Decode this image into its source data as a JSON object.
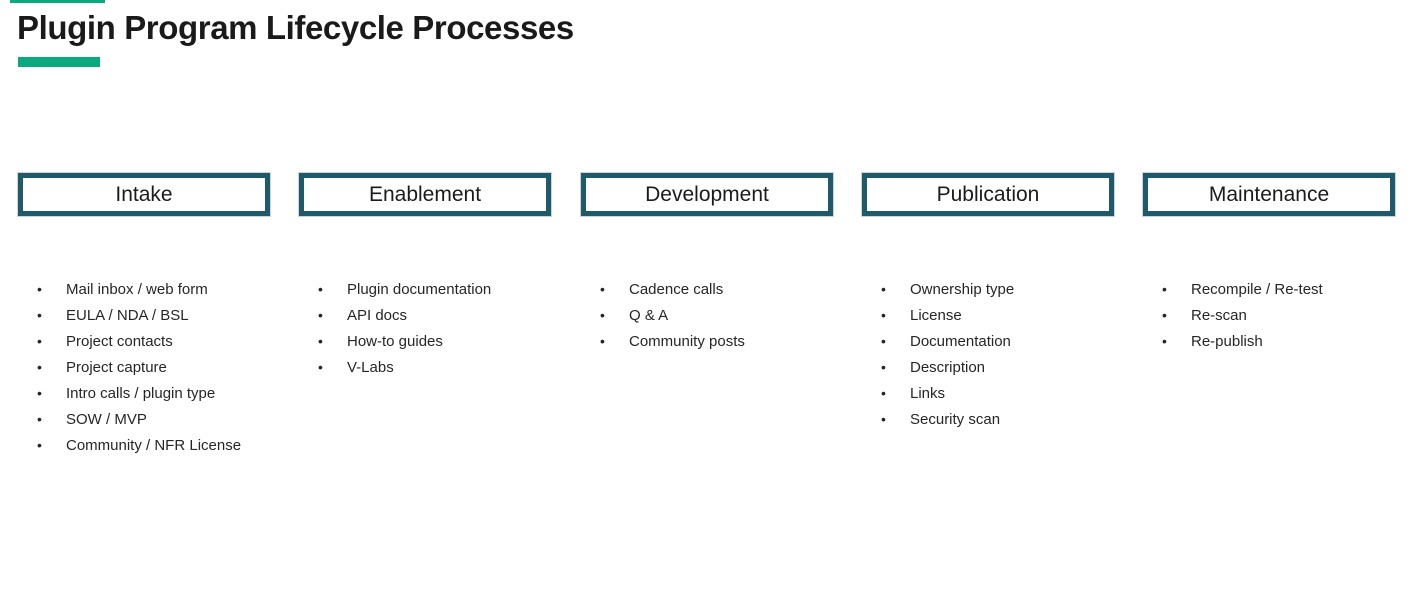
{
  "slide": {
    "title": "Plugin Program Lifecycle Processes"
  },
  "colors": {
    "accent_green": "#0ca87e",
    "border_teal": "#1e5a6a",
    "title_text": "#1a1a1a",
    "body_text": "#262626"
  },
  "columns": [
    {
      "header": "Intake",
      "items": [
        "Mail inbox / web form",
        "EULA / NDA / BSL",
        "Project contacts",
        "Project capture",
        "Intro calls / plugin type",
        "SOW / MVP",
        "Community / NFR License"
      ]
    },
    {
      "header": "Enablement",
      "items": [
        "Plugin documentation",
        "API docs",
        "How-to guides",
        "V-Labs"
      ]
    },
    {
      "header": "Development",
      "items": [
        "Cadence calls",
        "Q & A",
        "Community posts"
      ]
    },
    {
      "header": "Publication",
      "items": [
        "Ownership type",
        "License",
        "Documentation",
        "Description",
        "Links",
        "Security scan"
      ]
    },
    {
      "header": "Maintenance",
      "items": [
        "Recompile / Re-test",
        "Re-scan",
        "Re-publish"
      ]
    }
  ]
}
